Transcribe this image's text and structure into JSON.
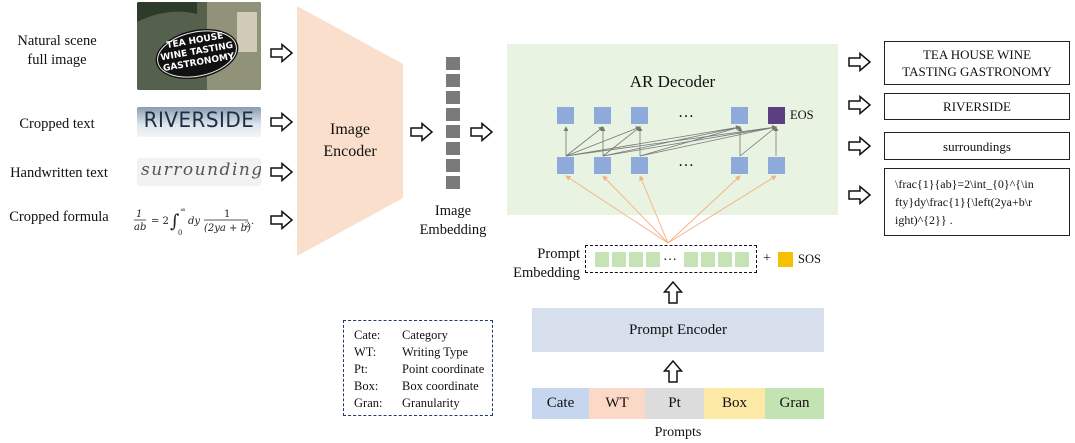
{
  "inputs": [
    {
      "label": "Natural scene\nfull image",
      "thumb": "scene"
    },
    {
      "label": "Cropped text",
      "thumb": "text"
    },
    {
      "label": "Handwritten text",
      "thumb": "hand"
    },
    {
      "label": "Cropped formula",
      "thumb": "formula"
    }
  ],
  "thumbs": {
    "sign_lines": [
      "TEA HOUSE",
      "WINE TASTING",
      "GASTRONOMY"
    ],
    "cropped_word": "RIVERSIDE",
    "handwritten_word": "surroundings"
  },
  "image_encoder": "Image\nEncoder",
  "image_embedding": "Image\nEmbedding",
  "ar_decoder": "AR Decoder",
  "ellipsis": "…",
  "eos": "EOS",
  "sos": "SOS",
  "plus": "+",
  "prompt_embedding": "Prompt\nEmbedding",
  "prompt_encoder": "Prompt Encoder",
  "prompts_label": "Prompts",
  "prompts": [
    {
      "label": "Cate",
      "color": "#c5d6ee"
    },
    {
      "label": "WT",
      "color": "#fbd9c6"
    },
    {
      "label": "Pt",
      "color": "#dcdcdc"
    },
    {
      "label": "Box",
      "color": "#fde9a6"
    },
    {
      "label": "Gran",
      "color": "#c4e3b3"
    }
  ],
  "legend": [
    {
      "key": "Cate:",
      "value": "Category"
    },
    {
      "key": "WT:",
      "value": "Writing Type"
    },
    {
      "key": "Pt:",
      "value": "Point coordinate"
    },
    {
      "key": "Box:",
      "value": "Box coordinate"
    },
    {
      "key": "Gran:",
      "value": "Granularity"
    }
  ],
  "outputs": [
    "TEA HOUSE WINE\nTASTING GASTRONOMY",
    "RIVERSIDE",
    "surroundings",
    "\\frac{1}{ab}=2\\int_{0}^{\\in\nfty}dy\\frac{1}{\\left(2ya+b\\r\night)^{2}} ."
  ],
  "colors": {
    "encoder": "#fadfcd",
    "decoder_panel": "#e8f3e2",
    "token_blue": "#8eaadb",
    "eos_token": "#5b3f80",
    "sos_token": "#f5c000",
    "prompt_encoder": "#d6dfeb",
    "embedding": "#7a7a7a",
    "prompt_embedding": "#c5e3b4",
    "attention_line": "#f4b183"
  }
}
